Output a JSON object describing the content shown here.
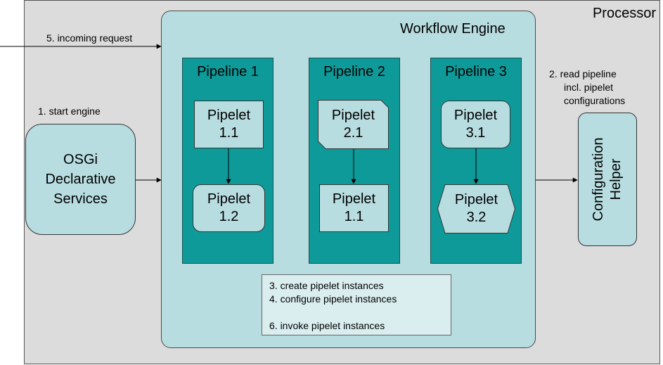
{
  "processor": {
    "label": "Processor"
  },
  "workflow_engine": {
    "label": "Workflow Engine"
  },
  "osgi": {
    "lines": [
      "OSGi",
      "Declarative",
      "Services"
    ]
  },
  "config_helper": {
    "lines": [
      "Configuration",
      "Helper"
    ]
  },
  "notes": {
    "incoming": "5. incoming request",
    "start": "1.  start engine",
    "read": [
      "2.  read pipeline",
      "incl. pipelet",
      "configurations"
    ]
  },
  "pipelines": [
    {
      "title": "Pipeline 1",
      "pipelets": [
        {
          "line1": "Pipelet",
          "line2": "1.1"
        },
        {
          "line1": "Pipelet",
          "line2": "1.2"
        }
      ]
    },
    {
      "title": "Pipeline 2",
      "pipelets": [
        {
          "line1": "Pipelet",
          "line2": "2.1"
        },
        {
          "line1": "Pipelet",
          "line2": "1.1"
        }
      ]
    },
    {
      "title": "Pipeline 3",
      "pipelets": [
        {
          "line1": "Pipelet",
          "line2": "3.1"
        },
        {
          "line1": "Pipelet",
          "line2": "3.2"
        }
      ]
    }
  ],
  "steps": {
    "s3": "3. create pipelet instances",
    "s4": "4. configure pipelet instances",
    "s6": "6. invoke pipelet instances"
  }
}
